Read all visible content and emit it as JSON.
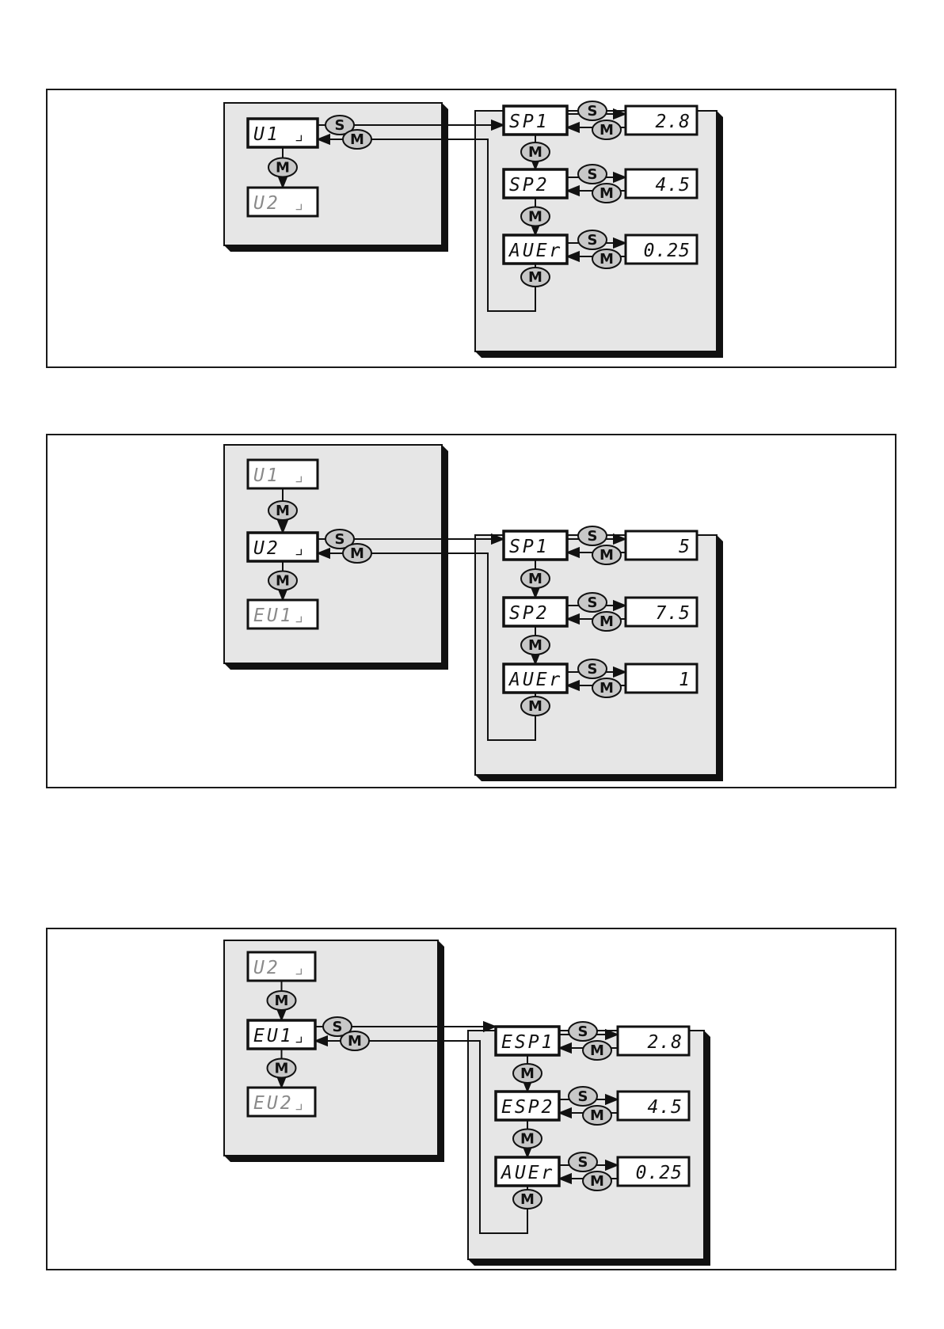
{
  "diagrams": [
    {
      "menu": {
        "active": "U1 ⌟",
        "next": "U2 ⌟"
      },
      "params": [
        {
          "label": "SP1",
          "value": "2.8"
        },
        {
          "label": "SP2",
          "value": "4.5"
        },
        {
          "label": "AUEr",
          "value": "0.25"
        }
      ]
    },
    {
      "menu": {
        "prev": "U1 ⌟",
        "active": "U2 ⌟",
        "next": "EU1⌟"
      },
      "params": [
        {
          "label": "SP1",
          "value": "5"
        },
        {
          "label": "SP2",
          "value": "7.5"
        },
        {
          "label": "AUEr",
          "value": "1"
        }
      ]
    },
    {
      "menu": {
        "prev": "U2 ⌟",
        "active": "EU1⌟",
        "next": "EU2⌟"
      },
      "params": [
        {
          "label": "ESP1",
          "value": "2.8"
        },
        {
          "label": "ESP2",
          "value": "4.5"
        },
        {
          "label": "AUEr",
          "value": "0.25"
        }
      ]
    }
  ],
  "buttons": {
    "set": "S",
    "mode": "M"
  },
  "colors": {
    "panel": "#e6e6e6",
    "ink": "#111111",
    "inactive": "#8a8a8a",
    "button": "#c8c8c8"
  },
  "icons": {
    "set_button": "S-button-icon",
    "mode_button": "M-button-icon",
    "arrow": "arrow-right-icon"
  }
}
